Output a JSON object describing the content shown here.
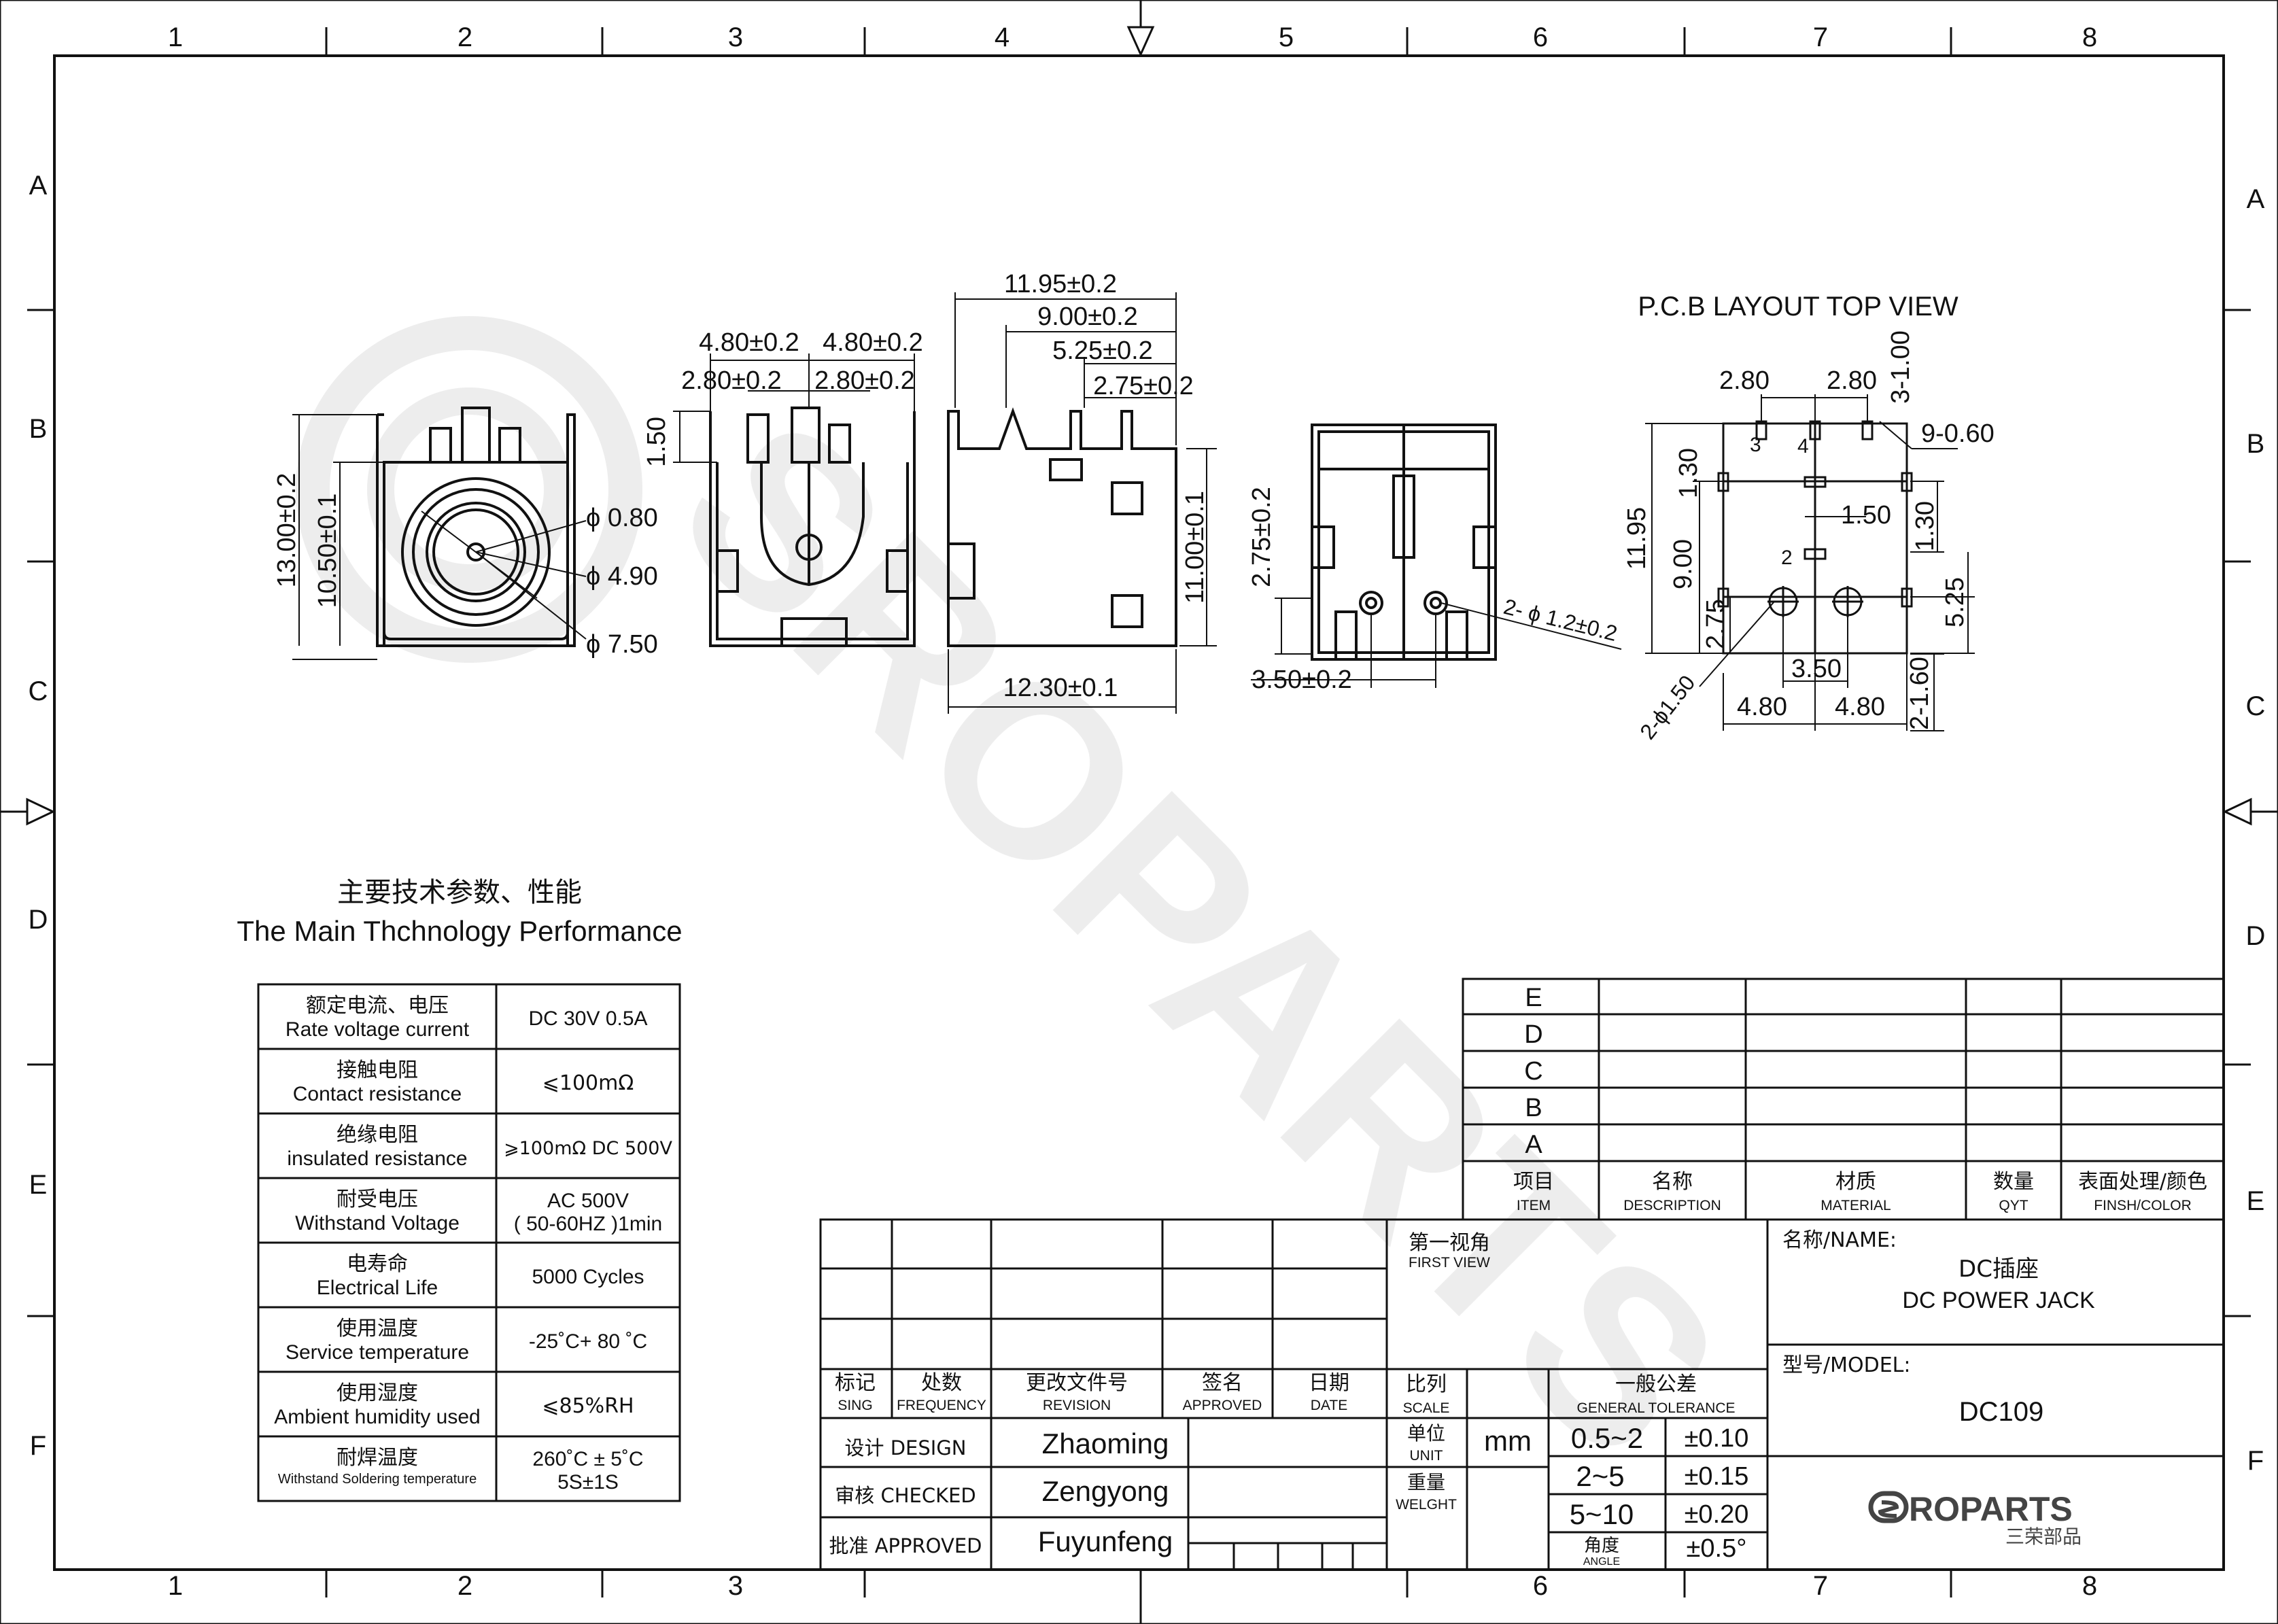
{
  "frame": {
    "columns": [
      "1",
      "2",
      "3",
      "4",
      "5",
      "6",
      "7",
      "8"
    ],
    "rows": [
      "A",
      "B",
      "C",
      "D",
      "E",
      "F"
    ]
  },
  "watermark": "SROPARTS",
  "views": {
    "front": {
      "dims": [
        "13.00±0.2",
        "10.50±0.1",
        "ϕ 0.80",
        "ϕ 4.90",
        "ϕ 7.50"
      ]
    },
    "back": {
      "dims": [
        "4.80±0.2",
        "4.80±0.2",
        "2.80±0.2",
        "2.80±0.2",
        "1.50"
      ]
    },
    "side": {
      "dims": [
        "11.95±0.2",
        "9.00±0.2",
        "5.25±0.2",
        "2.75±0.2",
        "11.00±0.1",
        "12.30±0.1"
      ]
    },
    "bottom": {
      "dims": [
        "2.75±0.2",
        "3.50±0.2",
        "2- ϕ 1.2±0.2"
      ]
    },
    "pcb": {
      "title": "P.C.B LAYOUT TOP VIEW",
      "dims": [
        "2.80",
        "2.80",
        "3-1.00",
        "9-0.60",
        "1.30",
        "1.50",
        "1.30",
        "11.95",
        "9.00",
        "2.75",
        "5.25",
        "3.50",
        "4.80",
        "4.80",
        "2-1.60",
        "2-ϕ1.50"
      ],
      "pins": [
        "3",
        "4",
        "2"
      ]
    }
  },
  "performance": {
    "title_cn": "主要技术参数、性能",
    "title_en": "The Main Thchnology Performance",
    "rows": [
      {
        "cn": "额定电流、电压",
        "en": "Rate voltage current",
        "value": "DC 30V   0.5A",
        "value2": ""
      },
      {
        "cn": "接触电阻",
        "en": "Contact resistance",
        "value": "⩽100mΩ",
        "value2": ""
      },
      {
        "cn": "绝缘电阻",
        "en": "insulated resistance",
        "value": "⩾100mΩ  DC 500V",
        "value2": ""
      },
      {
        "cn": "耐受电压",
        "en": "Withstand Voltage",
        "value": "AC 500V",
        "value2": "( 50-60HZ )1min"
      },
      {
        "cn": "电寿命",
        "en": "Electrical Life",
        "value": "5000 Cycles",
        "value2": ""
      },
      {
        "cn": "使用温度",
        "en": "Service temperature",
        "value": "-25˚C+ 80 ˚C",
        "value2": ""
      },
      {
        "cn": "使用湿度",
        "en": "Ambient humidity used",
        "value": "⩽85%RH",
        "value2": ""
      },
      {
        "cn": "耐焊温度",
        "en": "Withstand Soldering temperature",
        "value": "260˚C ± 5˚C",
        "value2": "5S±1S"
      }
    ]
  },
  "revisions": {
    "letters": [
      "E",
      "D",
      "C",
      "B",
      "A"
    ],
    "headers": [
      {
        "cn": "项目",
        "en": "ITEM"
      },
      {
        "cn": "名称",
        "en": "DESCRIPTION"
      },
      {
        "cn": "材质",
        "en": "MATERIAL"
      },
      {
        "cn": "数量",
        "en": "QYT"
      },
      {
        "cn": "表面处理/颜色",
        "en": "FINSH/COLOR"
      }
    ]
  },
  "titleblock": {
    "change_headers": [
      {
        "cn": "标记",
        "en": "SING"
      },
      {
        "cn": "处数",
        "en": "FREQUENCY"
      },
      {
        "cn": "更改文件号",
        "en": "REVISION"
      },
      {
        "cn": "签名",
        "en": "APPROVED"
      },
      {
        "cn": "日期",
        "en": "DATE"
      }
    ],
    "first_view_cn": "第一视角",
    "first_view_en": "FIRST VIEW",
    "scale_cn": "比列",
    "scale_en": "SCALE",
    "tolerance_cn": "一般公差",
    "tolerance_en": "GENERAL TOLERANCE",
    "unit_cn": "单位",
    "unit_en": "UNIT",
    "unit_value": "mm",
    "weight_cn": "重量",
    "weight_en": "WELGHT",
    "angle_cn": "角度",
    "angle_en": "ANGLE",
    "tolerances": [
      {
        "range": "0.5~2",
        "tol": "±0.10"
      },
      {
        "range": "2~5",
        "tol": "±0.15"
      },
      {
        "range": "5~10",
        "tol": "±0.20"
      }
    ],
    "angle_tol": "±0.5°",
    "signoffs": [
      {
        "role": "设计 DESIGN",
        "name": "Zhaoming"
      },
      {
        "role": "审核 CHECKED",
        "name": "Zengyong"
      },
      {
        "role": "批准 APPROVED",
        "name": "Fuyunfeng"
      }
    ],
    "name_label": "名称/NAME:",
    "name_cn": "DC插座",
    "name_en": "DC POWER JACK",
    "model_label": "型号/MODEL:",
    "model_value": "DC109",
    "logo_text": "ROPARTS",
    "logo_cn": "三荣部品"
  }
}
